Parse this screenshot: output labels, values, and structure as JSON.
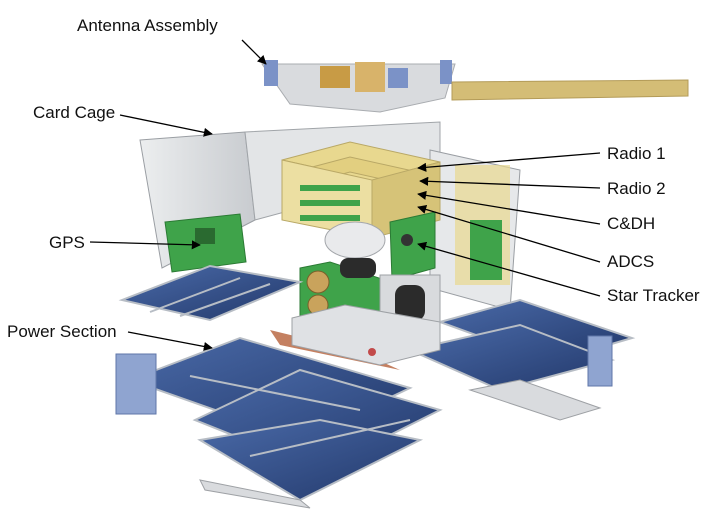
{
  "labels": {
    "antenna_assembly": "Antenna Assembly",
    "card_cage": "Card Cage",
    "gps": "GPS",
    "power_section": "Power Section",
    "radio1": "Radio 1",
    "radio2": "Radio 2",
    "cdh": "C&DH",
    "adcs": "ADCS",
    "star_tracker": "Star Tracker"
  },
  "colors": {
    "solar_panel": "#34548f",
    "pcb_green": "#3fa34a",
    "board_yellow": "#e8d88f",
    "frame_gray": "#d7d9dc",
    "copper": "#b5603a",
    "leader_line": "#000000"
  }
}
